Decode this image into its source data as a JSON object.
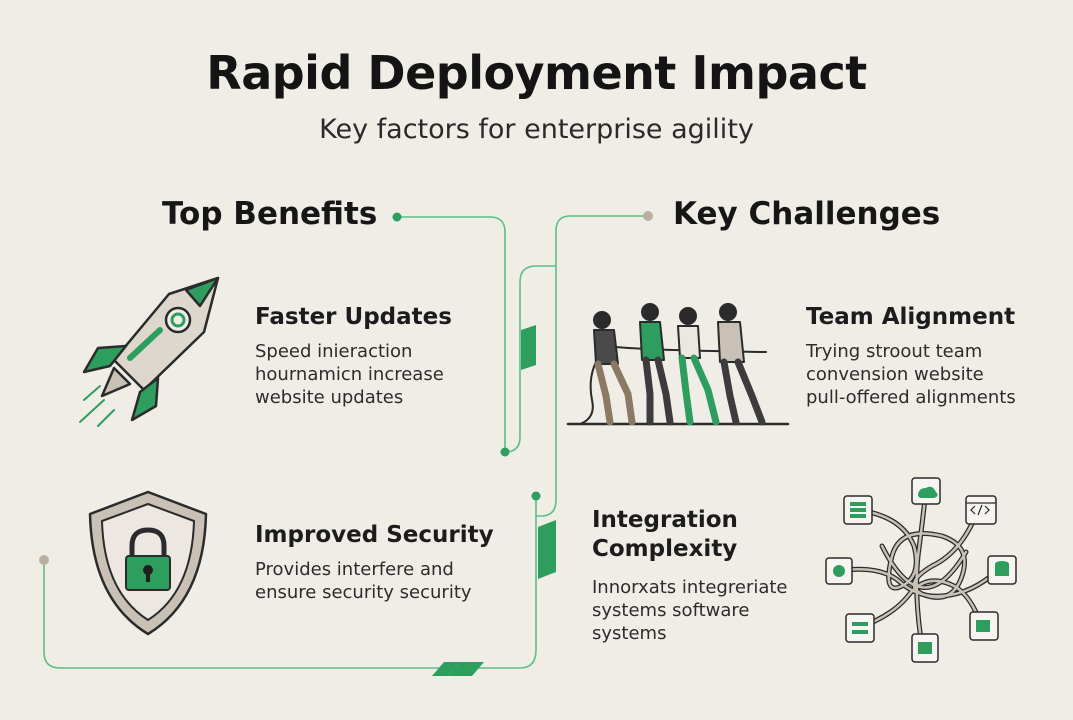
{
  "header": {
    "title": "Rapid Deployment Impact",
    "subtitle": "Key factors for enterprise agility"
  },
  "benefits": {
    "heading": "Top Benefits",
    "items": [
      {
        "title": "Faster Updates",
        "desc_lines": [
          "Speed inieraction",
          "hournamicn increase",
          "website updates"
        ],
        "icon": "rocket-icon"
      },
      {
        "title": "Improved Security",
        "desc_lines": [
          "Provides interfere and",
          "ensure security security"
        ],
        "icon": "shield-lock-icon"
      }
    ]
  },
  "challenges": {
    "heading": "Key Challenges",
    "items": [
      {
        "title": "Team Alignment",
        "desc_lines": [
          "Trying stroout team",
          "convension website",
          "pull-offered alignments"
        ],
        "icon": "tug-of-war-icon"
      },
      {
        "title_lines": [
          "Integration",
          "Complexity"
        ],
        "desc_lines": [
          "Innorxats integreriate",
          "systems software",
          "systems"
        ],
        "icon": "tangled-network-icon"
      }
    ]
  },
  "colors": {
    "accent": "#2e9e5f",
    "accent_light": "#5cbf86",
    "outline": "#2b2b2b",
    "stone": "#c9c1b5",
    "background": "#f0ede7"
  }
}
